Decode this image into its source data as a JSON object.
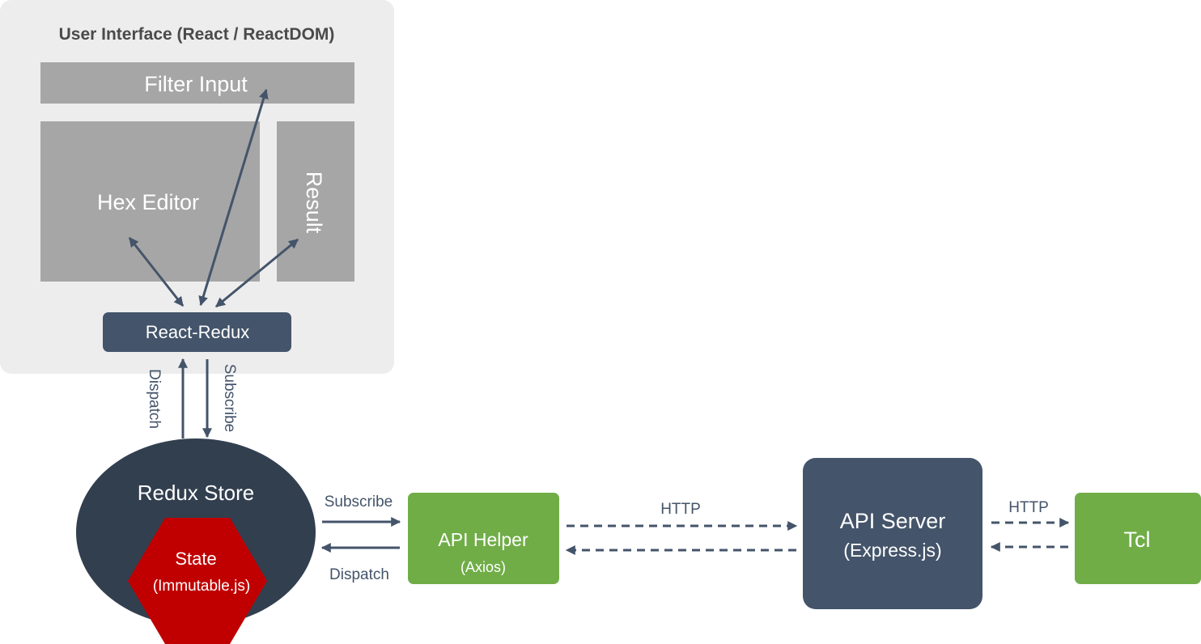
{
  "user_interface": {
    "title": "User Interface (React / ReactDOM)",
    "filter_input": "Filter Input",
    "hex_editor": "Hex Editor",
    "result": "Result",
    "react_redux": "React-Redux"
  },
  "store_links": {
    "dispatch": "Dispatch",
    "subscribe": "Subscribe"
  },
  "redux_store": {
    "title": "Redux Store",
    "state_title": "State",
    "state_subtitle": "(Immutable.js)"
  },
  "helper_links": {
    "subscribe": "Subscribe",
    "dispatch": "Dispatch"
  },
  "api_helper": {
    "title": "API Helper",
    "subtitle": "(Axios)"
  },
  "http_link_1": "HTTP",
  "api_server": {
    "title": "API Server",
    "subtitle": "(Express.js)"
  },
  "http_link_2": "HTTP",
  "tcl": "Tcl",
  "colors": {
    "ui_background": "#ededed",
    "panel_gray": "#a6a6a6",
    "navy": "#44546a",
    "store_dark": "#323f4f",
    "state_red": "#c00000",
    "green": "#70ad47"
  }
}
